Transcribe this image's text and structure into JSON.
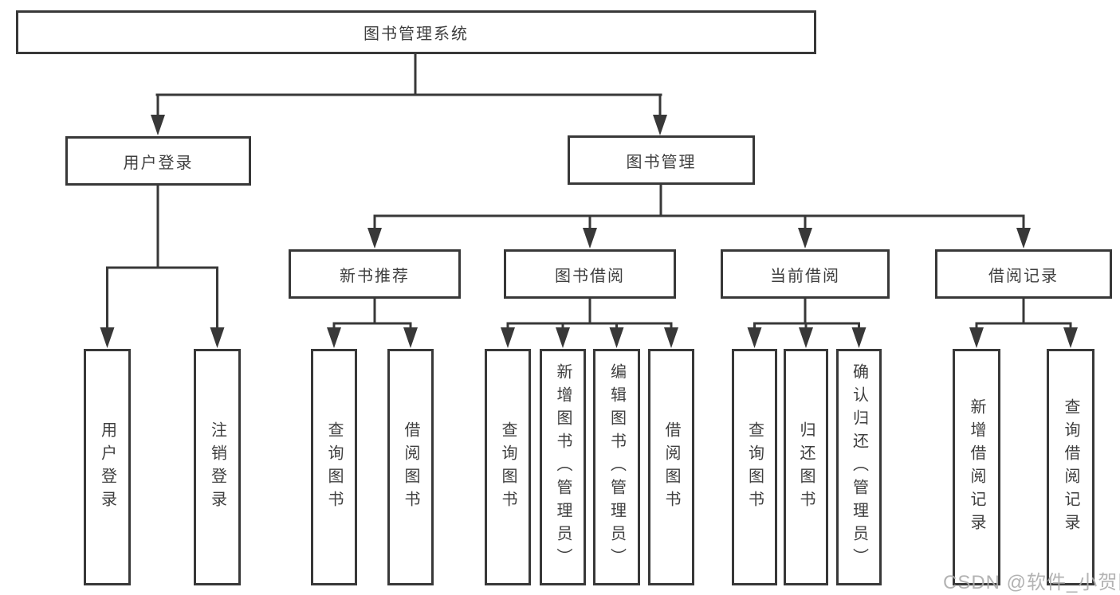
{
  "diagram": {
    "root": {
      "label": "图书管理系统"
    },
    "level2": [
      {
        "label": "用户登录"
      },
      {
        "label": "图书管理"
      }
    ],
    "level3": [
      {
        "label": "新书推荐"
      },
      {
        "label": "图书借阅"
      },
      {
        "label": "当前借阅"
      },
      {
        "label": "借阅记录"
      }
    ],
    "leaves": {
      "user_login": [
        {
          "label": "用户登录"
        },
        {
          "label": "注销登录"
        }
      ],
      "new_books": [
        {
          "label": "查询图书"
        },
        {
          "label": "借阅图书"
        }
      ],
      "book_borrow": [
        {
          "label": "查询图书"
        },
        {
          "label": "新增图书（管理员）"
        },
        {
          "label": "编辑图书（管理员）"
        },
        {
          "label": "借阅图书"
        }
      ],
      "current_borrow": [
        {
          "label": "查询图书"
        },
        {
          "label": "归还图书"
        },
        {
          "label": "确认归还（管理员）"
        }
      ],
      "borrow_records": [
        {
          "label": "新增借阅记录"
        },
        {
          "label": "查询借阅记录"
        }
      ]
    },
    "watermark": "CSDN @软件_小贺同学",
    "colors": {
      "line": "#383838",
      "text": "#3f3f3f",
      "watermark": "#ababab",
      "background": "#ffffff"
    }
  }
}
